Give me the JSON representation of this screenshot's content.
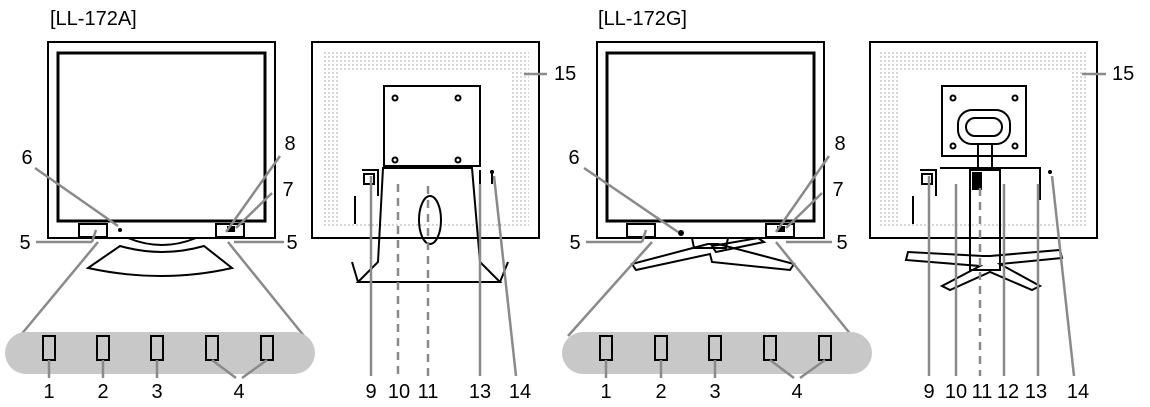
{
  "titles": {
    "left": "[LL-172A]",
    "right": "[LL-172G]"
  },
  "labels": {
    "n1": "1",
    "n2": "2",
    "n3": "3",
    "n4": "4",
    "n5": "5",
    "n6": "6",
    "n7": "7",
    "n8": "8",
    "n9": "9",
    "n10": "10",
    "n11": "11",
    "n12": "12",
    "n13": "13",
    "n14": "14",
    "n15": "15"
  },
  "colors": {
    "outline": "#000000",
    "leader": "#8a8a8a",
    "panel": "#c8c8c8",
    "stipple": "#9a9a9a"
  }
}
